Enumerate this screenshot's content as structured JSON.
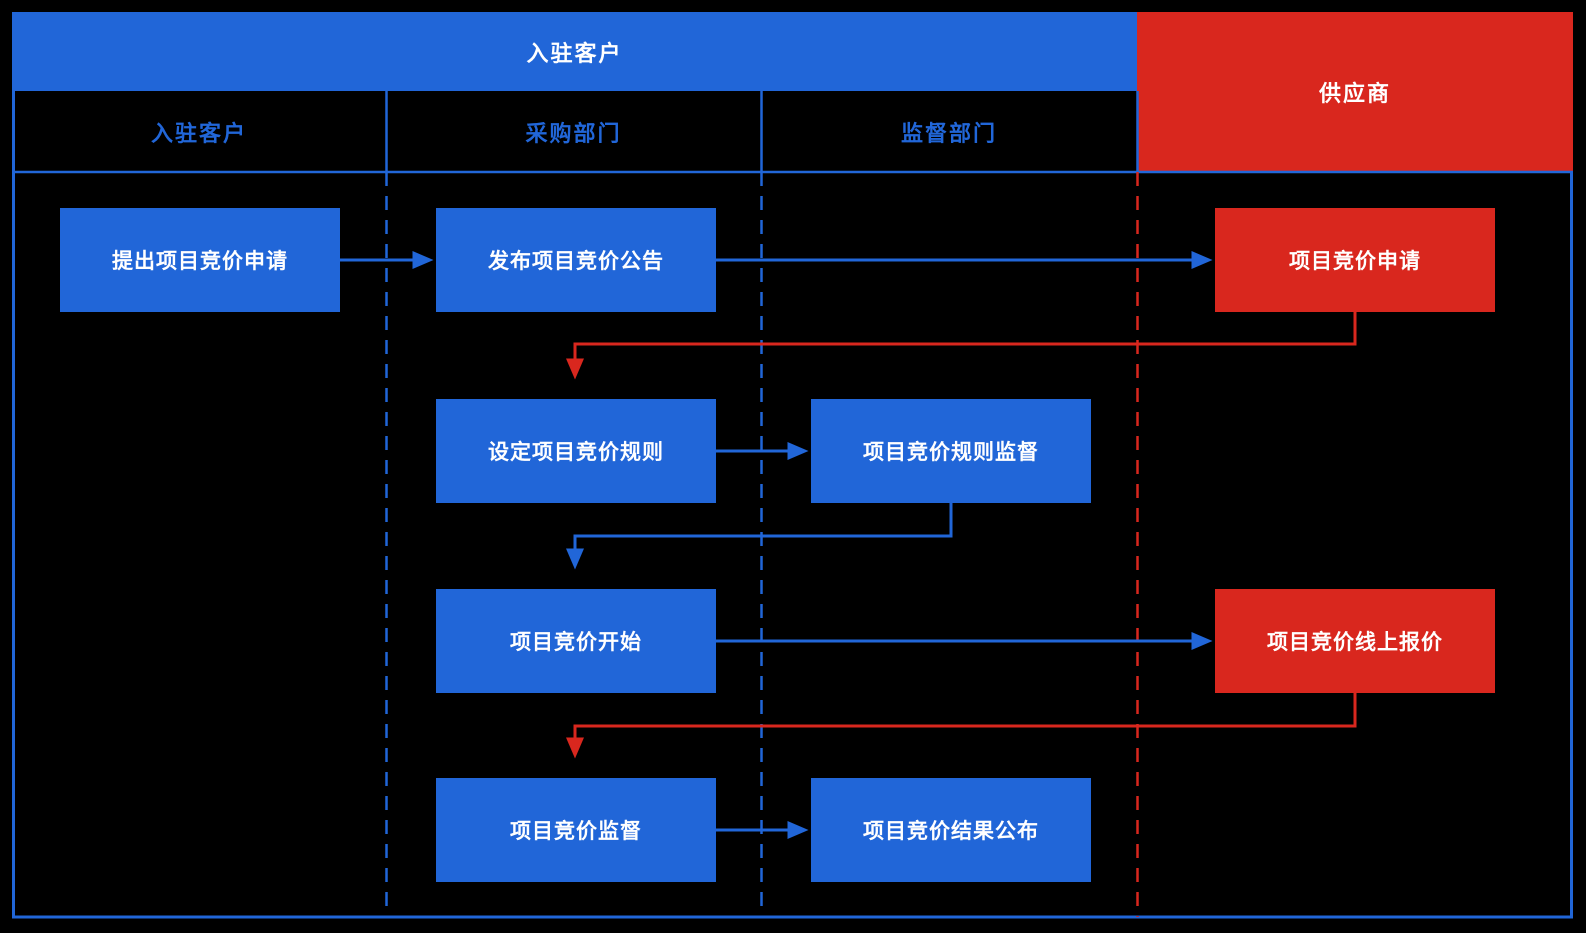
{
  "colors": {
    "background": "#000000",
    "blue": "#2166d8",
    "red": "#d9271e",
    "text_on_fill": "#ffffff"
  },
  "lanes": {
    "top_header": {
      "label": "入驻客户"
    },
    "supplier_header": {
      "label": "供应商"
    },
    "columns": [
      {
        "label": "入驻客户"
      },
      {
        "label": "采购部门"
      },
      {
        "label": "监督部门"
      }
    ]
  },
  "nodes": [
    {
      "id": "submit-bid-request",
      "label": "提出项目竞价申请",
      "lane": "入驻客户",
      "color": "blue"
    },
    {
      "id": "publish-bid-announcement",
      "label": "发布项目竞价公告",
      "lane": "采购部门",
      "color": "blue"
    },
    {
      "id": "bid-application",
      "label": "项目竞价申请",
      "lane": "供应商",
      "color": "red"
    },
    {
      "id": "set-bid-rules",
      "label": "设定项目竞价规则",
      "lane": "采购部门",
      "color": "blue"
    },
    {
      "id": "bid-rules-supervision",
      "label": "项目竞价规则监督",
      "lane": "监督部门",
      "color": "blue"
    },
    {
      "id": "bid-start",
      "label": "项目竞价开始",
      "lane": "采购部门",
      "color": "blue"
    },
    {
      "id": "online-quotation",
      "label": "项目竞价线上报价",
      "lane": "供应商",
      "color": "red"
    },
    {
      "id": "bid-supervision",
      "label": "项目竞价监督",
      "lane": "采购部门",
      "color": "blue"
    },
    {
      "id": "bid-results-announcement",
      "label": "项目竞价结果公布",
      "lane": "监督部门",
      "color": "blue"
    }
  ],
  "edges": [
    {
      "from": "提出项目竞价申请",
      "to": "发布项目竞价公告",
      "color": "blue"
    },
    {
      "from": "发布项目竞价公告",
      "to": "项目竞价申请",
      "color": "blue"
    },
    {
      "from": "项目竞价申请",
      "to": "设定项目竞价规则",
      "color": "red"
    },
    {
      "from": "设定项目竞价规则",
      "to": "项目竞价规则监督",
      "color": "blue"
    },
    {
      "from": "项目竞价规则监督",
      "to": "项目竞价开始",
      "color": "blue"
    },
    {
      "from": "项目竞价开始",
      "to": "项目竞价线上报价",
      "color": "blue"
    },
    {
      "from": "项目竞价线上报价",
      "to": "项目竞价监督",
      "color": "red"
    },
    {
      "from": "项目竞价监督",
      "to": "项目竞价结果公布",
      "color": "blue"
    }
  ]
}
